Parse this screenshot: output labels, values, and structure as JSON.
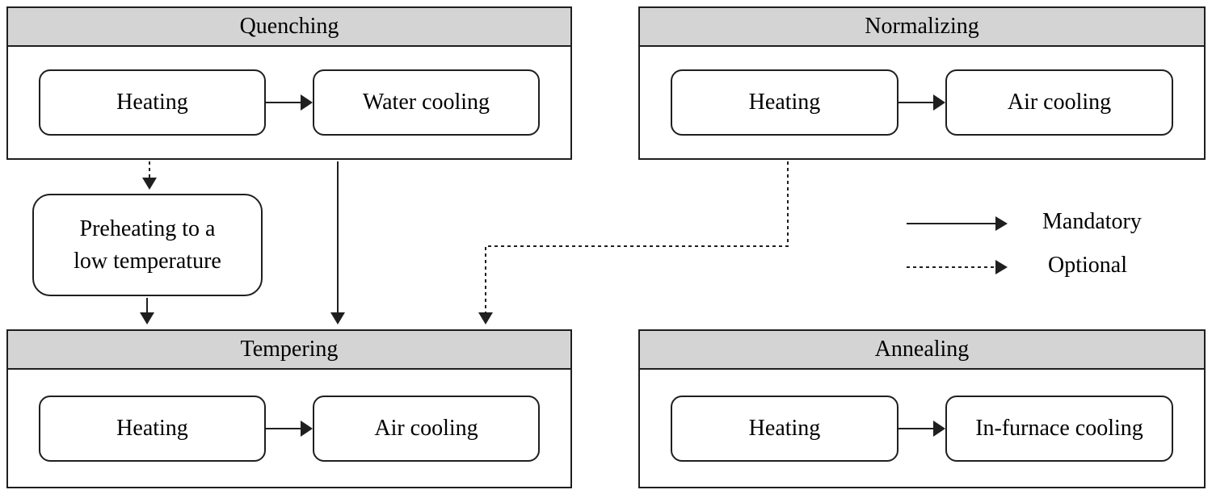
{
  "panels": {
    "quenching": {
      "title": "Quenching",
      "steps": [
        "Heating",
        "Water cooling"
      ]
    },
    "normalizing": {
      "title": "Normalizing",
      "steps": [
        "Heating",
        "Air cooling"
      ]
    },
    "tempering": {
      "title": "Tempering",
      "steps": [
        "Heating",
        "Air cooling"
      ]
    },
    "annealing": {
      "title": "Annealing",
      "steps": [
        "Heating",
        "In-furnace cooling"
      ]
    }
  },
  "preheating": {
    "line1": "Preheating to a",
    "line2": "low temperature"
  },
  "legend": {
    "mandatory": "Mandatory",
    "optional": "Optional"
  },
  "colors": {
    "header_bg": "#d4d4d4",
    "border": "#1f1f1f",
    "background": "#ffffff"
  }
}
